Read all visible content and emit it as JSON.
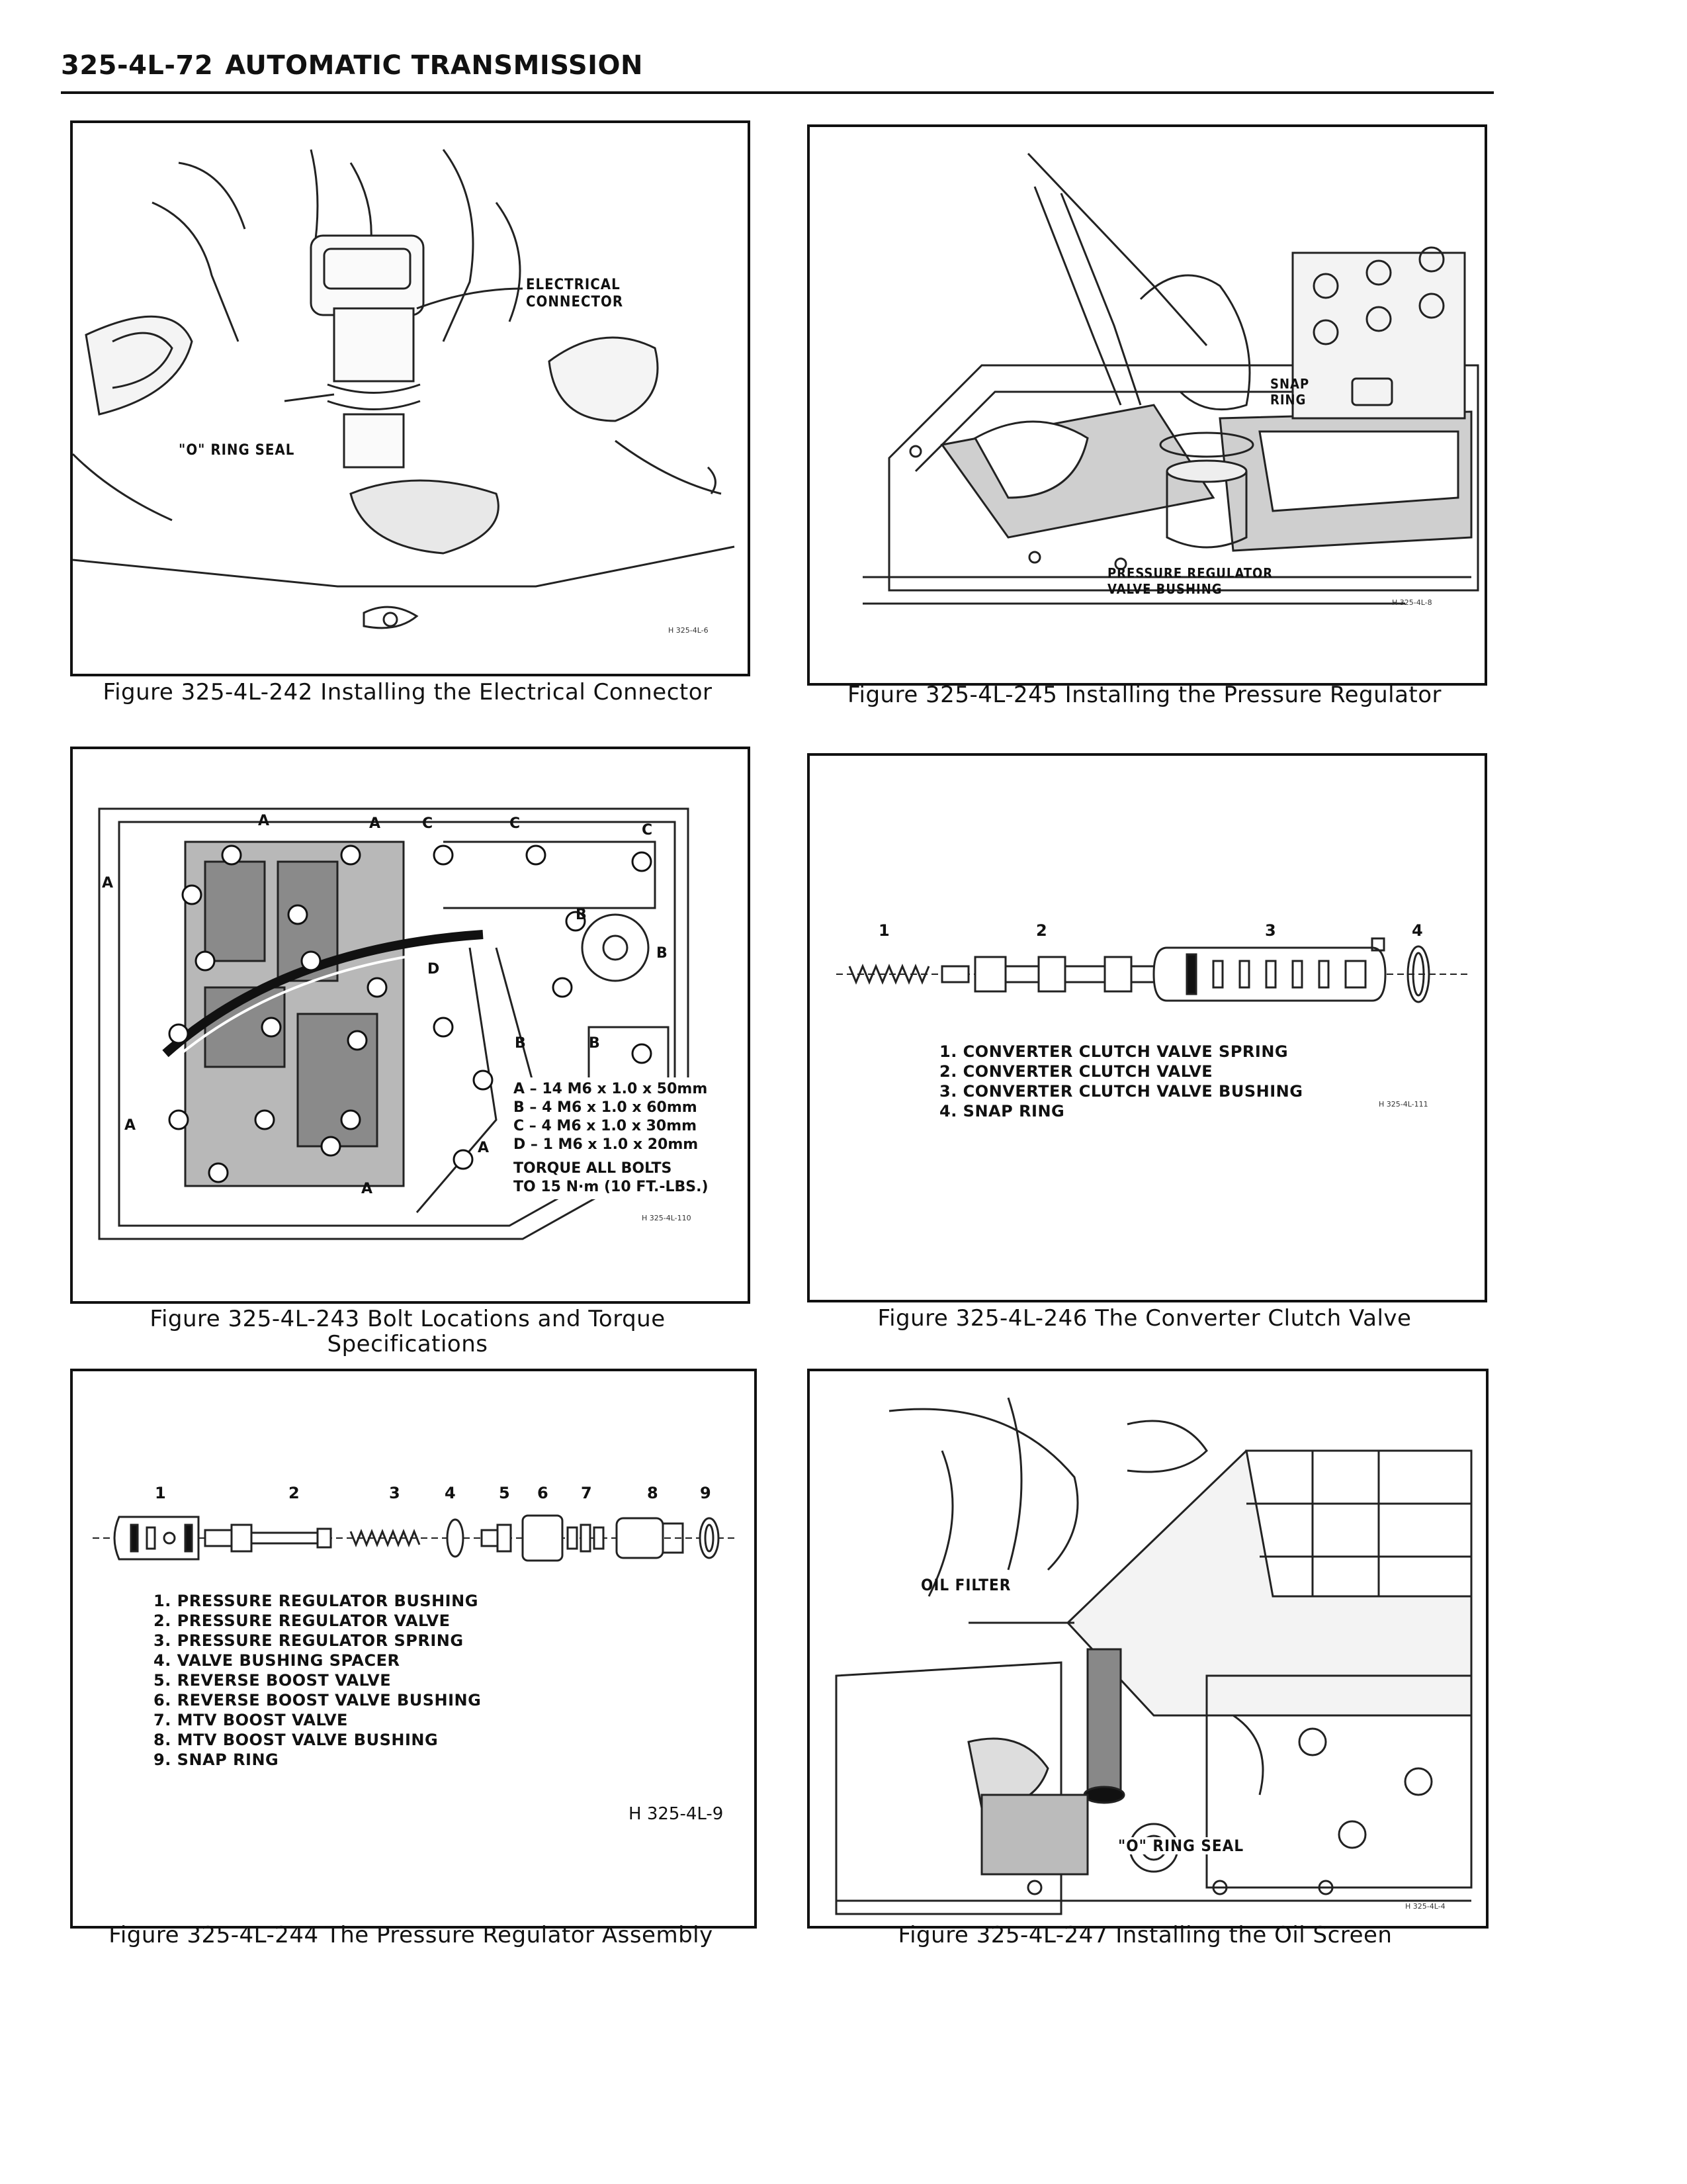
{
  "header": {
    "page_number": "325-4L-72",
    "title": "AUTOMATIC TRANSMISSION"
  },
  "figures": {
    "fig242": {
      "caption": "Figure 325-4L-242 Installing the Electrical Connector",
      "label_connector_line1": "ELECTRICAL",
      "label_connector_line2": "CONNECTOR",
      "label_oring": "\"O\" RING SEAL",
      "id_mark": "H 325-4L-6"
    },
    "fig245": {
      "caption": "Figure 325-4L-245 Installing the Pressure Regulator",
      "label_snap_line1": "SNAP",
      "label_snap_line2": "RING",
      "label_bushing_line1": "PRESSURE REGULATOR",
      "label_bushing_line2": "VALVE BUSHING",
      "id_mark": "H 325-4L-8"
    },
    "fig243": {
      "caption_line1": "Figure 325-4L-243 Bolt Locations and Torque",
      "caption_line2": "Specifications",
      "spec_a": "A – 14 M6 x 1.0 x 50mm",
      "spec_b": "B – 4 M6 x 1.0 x 60mm",
      "spec_c": "C – 4 M6 x 1.0 x 30mm",
      "spec_d": "D – 1 M6 x 1.0 x 20mm",
      "torque_line1": "TORQUE ALL BOLTS",
      "torque_line2": "TO 15 N·m (10 FT.-LBS.)",
      "id_mark": "H 325-4L-110",
      "letter_a": "A",
      "letter_b": "B",
      "letter_c": "C",
      "letter_d": "D"
    },
    "fig246": {
      "caption": "Figure 325-4L-246 The Converter Clutch Valve",
      "numbers": [
        "1",
        "2",
        "3",
        "4"
      ],
      "legend": [
        "1. CONVERTER CLUTCH VALVE SPRING",
        "2. CONVERTER CLUTCH VALVE",
        "3. CONVERTER CLUTCH VALVE BUSHING",
        "4. SNAP RING"
      ],
      "id_mark": "H 325-4L-111"
    },
    "fig244": {
      "caption": "Figure 325-4L-244 The Pressure Regulator Assembly",
      "numbers": [
        "1",
        "2",
        "3",
        "4",
        "5",
        "6",
        "7",
        "8",
        "9"
      ],
      "legend": [
        "1. PRESSURE REGULATOR BUSHING",
        "2. PRESSURE REGULATOR VALVE",
        "3. PRESSURE REGULATOR SPRING",
        "4. VALVE BUSHING SPACER",
        "5. REVERSE BOOST VALVE",
        "6. REVERSE BOOST VALVE BUSHING",
        "7. MTV BOOST VALVE",
        "8. MTV BOOST VALVE BUSHING",
        "9. SNAP RING"
      ],
      "id_mark": "H 325-4L-9"
    },
    "fig247": {
      "caption": "Figure 325-4L-247 Installing the Oil Screen",
      "label_filter": "OIL FILTER",
      "label_oring": "\"O\" RING SEAL",
      "id_mark": "H 325-4L-4"
    }
  }
}
